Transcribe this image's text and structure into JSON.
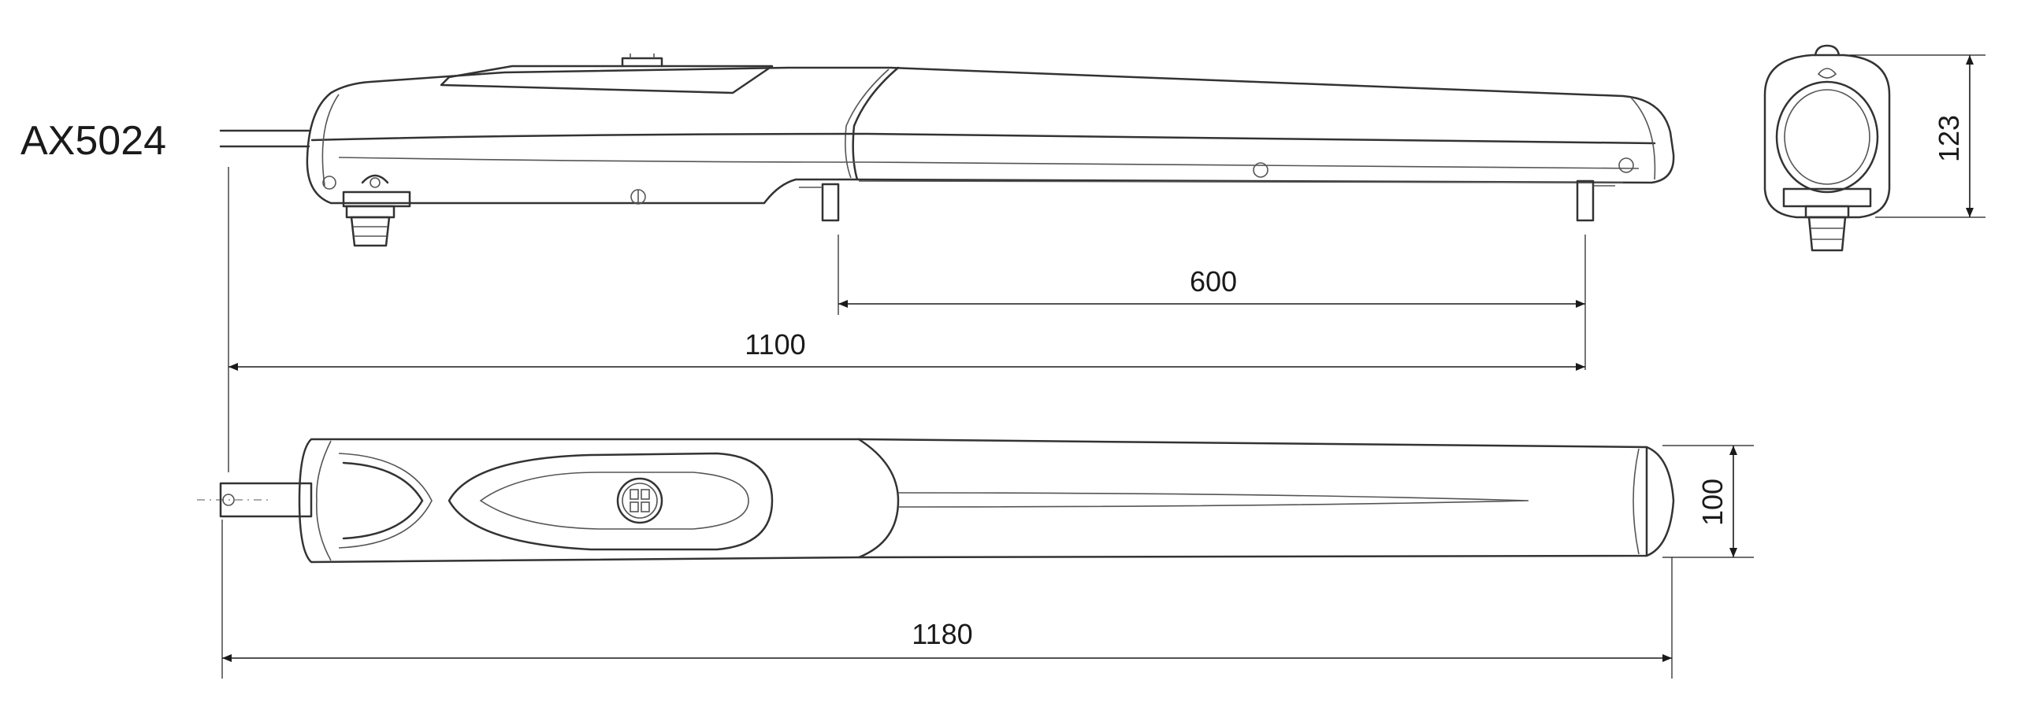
{
  "model_label": "AX5024",
  "dimensions": {
    "stroke": "600",
    "center_distance": "1100",
    "overall_length": "1180",
    "height": "123",
    "width": "100"
  },
  "colors": {
    "line": "#333333",
    "text": "#1a1a1a",
    "background": "#ffffff"
  }
}
